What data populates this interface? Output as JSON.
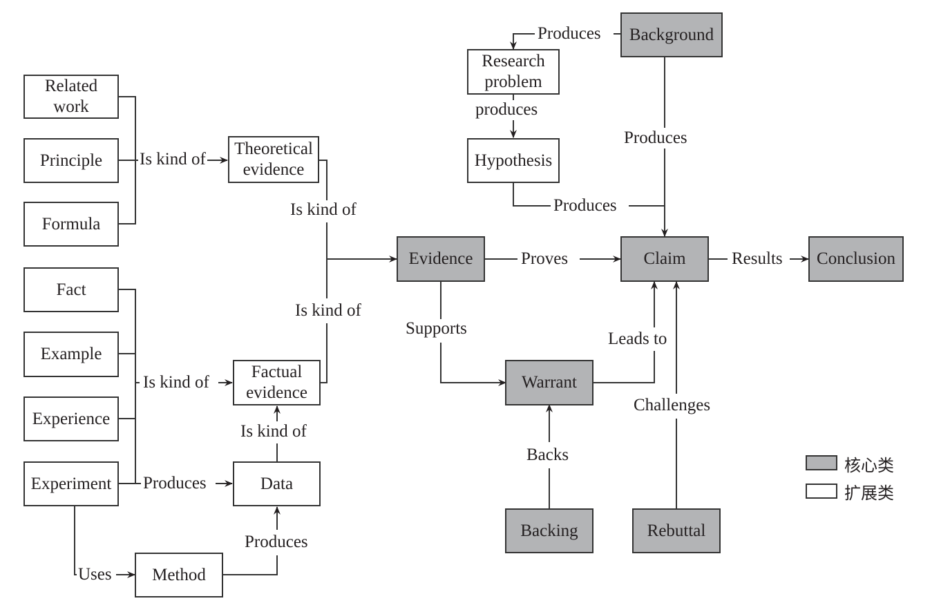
{
  "nodes": {
    "related_work": "Related\nwork",
    "principle": "Principle",
    "formula": "Formula",
    "fact": "Fact",
    "example": "Example",
    "experience": "Experience",
    "experiment": "Experiment",
    "theoretical_evidence": "Theoretical\nevidence",
    "factual_evidence": "Factual\nevidence",
    "data": "Data",
    "method": "Method",
    "evidence": "Evidence",
    "claim": "Claim",
    "conclusion": "Conclusion",
    "warrant": "Warrant",
    "backing": "Backing",
    "rebuttal": "Rebuttal",
    "background": "Background",
    "research_problem": "Research\nproblem",
    "hypothesis": "Hypothesis"
  },
  "edges": {
    "theory_kind": "Is kind of",
    "fact_kind": "Is kind of",
    "experiment_produces": "Produces",
    "uses": "Uses",
    "method_produces": "Produces",
    "data_kind": "Is kind of",
    "theoretical_to_evidence": "Is kind of",
    "factual_to_evidence": "Is kind of",
    "proves": "Proves",
    "results": "Results",
    "supports": "Supports",
    "leads_to": "Leads to",
    "backs": "Backs",
    "challenges": "Challenges",
    "background_produces_problem": "Produces",
    "problem_produces": "produces",
    "background_produces_claim": "Produces",
    "hypothesis_produces": "Produces"
  },
  "legend": {
    "core": "核心类",
    "extended": "扩展类"
  },
  "colors": {
    "core_fill": "#b3b4b6",
    "extended_fill": "#ffffff",
    "stroke": "#333333"
  }
}
